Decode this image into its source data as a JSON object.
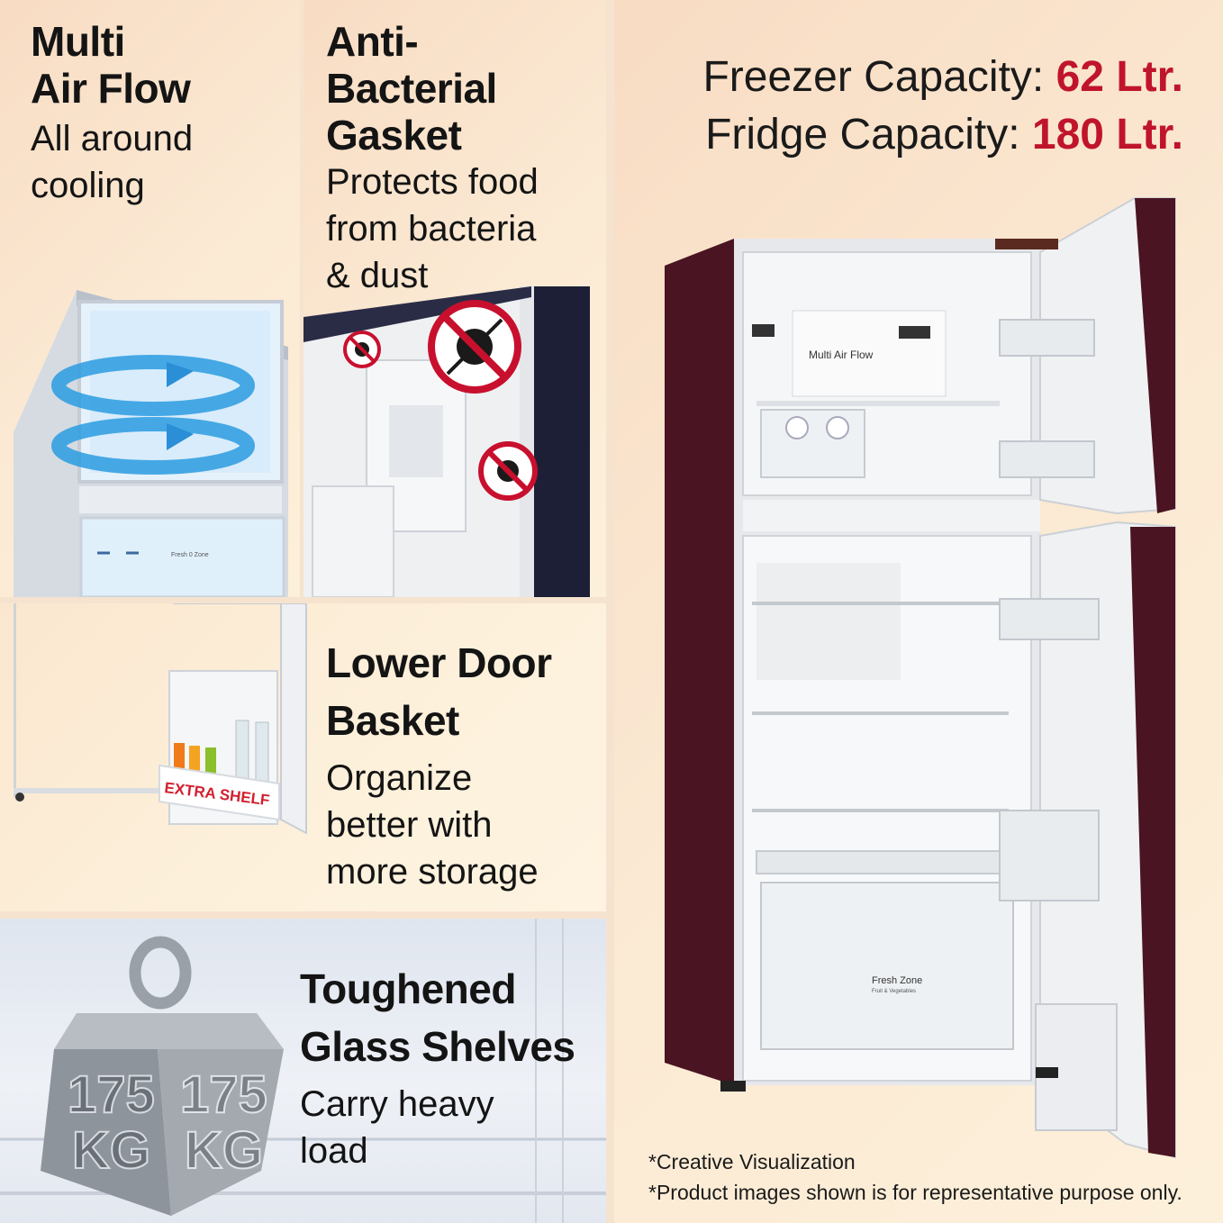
{
  "features": {
    "airflow": {
      "title_line1": "Multi",
      "title_line2": "Air Flow",
      "desc_line1": "All around",
      "desc_line2": "cooling"
    },
    "gasket": {
      "title_line1": "Anti-",
      "title_line2": "Bacterial",
      "title_line3": "Gasket",
      "desc_line1": "Protects food",
      "desc_line2": "from bacteria",
      "desc_line3": "& dust"
    },
    "basket": {
      "title_line1": "Lower Door",
      "title_line2": "Basket",
      "desc_line1": "Organize",
      "desc_line2": "better with",
      "desc_line3": "more storage",
      "badge": "EXTRA SHELF"
    },
    "glass": {
      "title_line1": "Toughened",
      "title_line2": "Glass Shelves",
      "desc_line1": "Carry heavy",
      "desc_line2": "load",
      "weight_num": "175",
      "weight_unit": "KG"
    }
  },
  "capacity": {
    "freezer_label": "Freezer Capacity: ",
    "freezer_value": "62 Ltr.",
    "fridge_label": "Fridge  Capacity: ",
    "fridge_value": "180 Ltr."
  },
  "fridge_labels": {
    "airflow": "Multi Air Flow",
    "freshzone": "Fresh Zone",
    "freshzone_sub": "Fruit & Vegetables",
    "small_airflow": "Fresh 0 Zone"
  },
  "notes": {
    "line1": "*Creative Visualization",
    "line2": "*Product images shown is for representative purpose only."
  },
  "colors": {
    "accent": "#c0142b",
    "body_color": "#4a1422",
    "text": "#141414"
  }
}
